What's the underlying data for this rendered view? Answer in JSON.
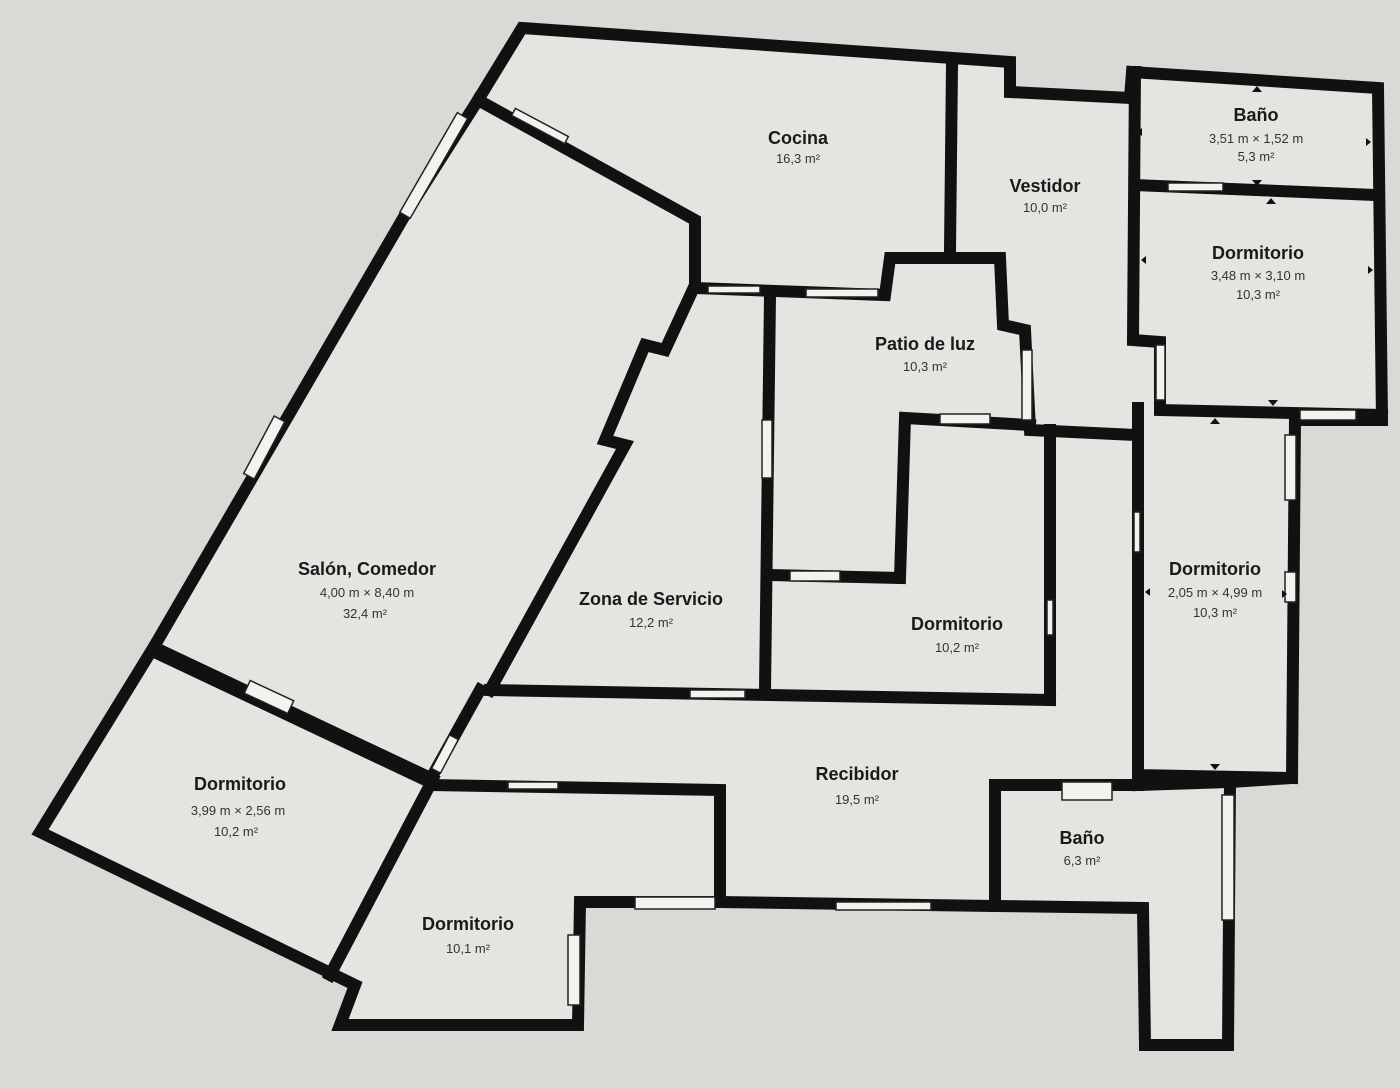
{
  "rooms": {
    "cocina": {
      "name": "Cocina",
      "area": "16,3 m²"
    },
    "vestidor": {
      "name": "Vestidor",
      "area": "10,0 m²"
    },
    "bano1": {
      "name": "Baño",
      "dims": "3,51 m × 1,52 m",
      "area": "5,3 m²"
    },
    "dorm1": {
      "name": "Dormitorio",
      "dims": "3,48 m × 3,10 m",
      "area": "10,3 m²"
    },
    "patio": {
      "name": "Patio de luz",
      "area": "10,3 m²"
    },
    "salon": {
      "name": "Salón, Comedor",
      "dims": "4,00 m × 8,40 m",
      "area": "32,4 m²"
    },
    "servicio": {
      "name": "Zona de Servicio",
      "area": "12,2 m²"
    },
    "dorm2": {
      "name": "Dormitorio",
      "area": "10,2 m²"
    },
    "dorm3": {
      "name": "Dormitorio",
      "dims": "2,05 m × 4,99 m",
      "area": "10,3 m²"
    },
    "dorm4": {
      "name": "Dormitorio",
      "dims": "3,99 m × 2,56 m",
      "area": "10,2 m²"
    },
    "recibidor": {
      "name": "Recibidor",
      "area": "19,5 m²"
    },
    "bano2": {
      "name": "Baño",
      "area": "6,3 m²"
    },
    "dorm5": {
      "name": "Dormitorio",
      "area": "10,1 m²"
    }
  }
}
